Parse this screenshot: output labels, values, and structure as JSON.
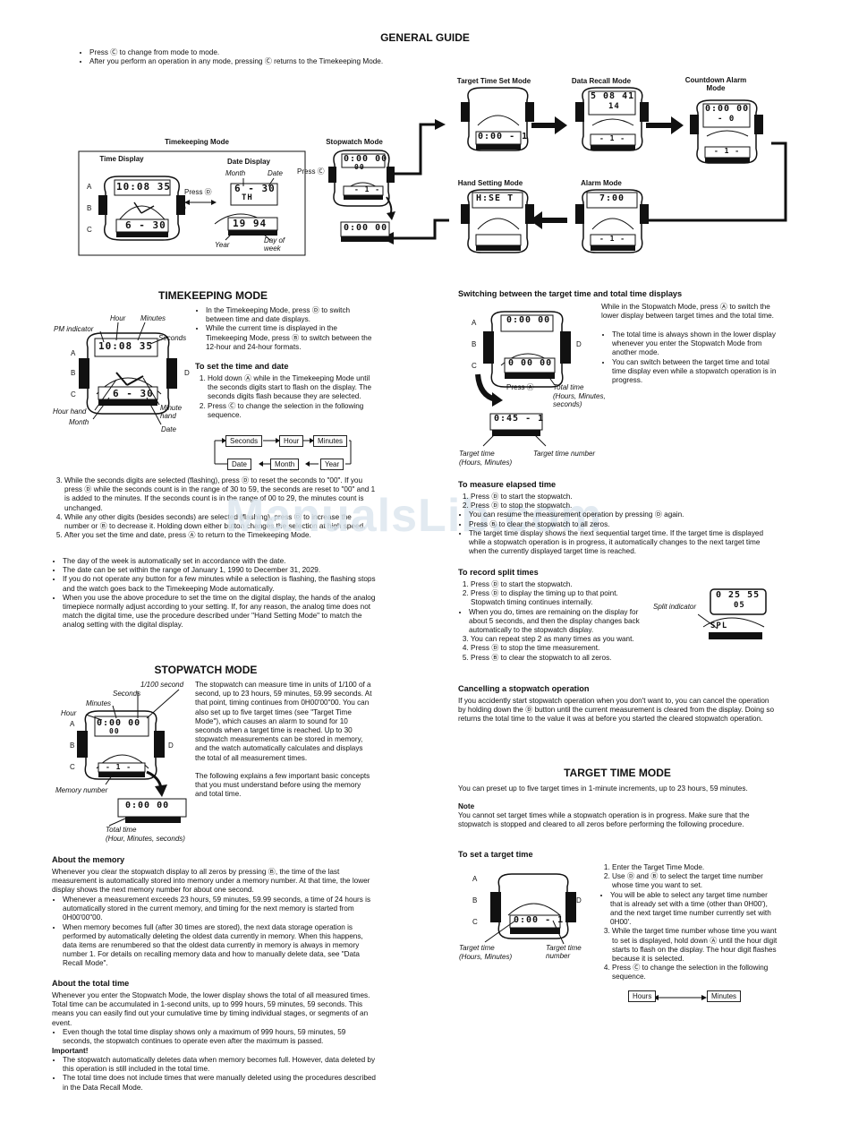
{
  "title": "GENERAL GUIDE",
  "general": {
    "bullets": [
      "Press Ⓒ to change from mode to mode.",
      "After you perform an operation in any mode, pressing Ⓒ returns to the Timekeeping Mode."
    ],
    "modes": {
      "timekeeping": "Timekeeping Mode",
      "time_display": "Time Display",
      "date_display": "Date Display",
      "month": "Month",
      "date": "Date",
      "year": "Year",
      "day_of_week": "Day of week",
      "press_d": "Press Ⓓ",
      "press_c": "Press Ⓒ",
      "stopwatch": "Stopwatch Mode",
      "target_time_set": "Target Time Set Mode",
      "data_recall": "Data Recall Mode",
      "countdown_alarm": "Countdown Alarm Mode",
      "hand_setting": "Hand Setting Mode",
      "alarm": "Alarm Mode"
    },
    "lcd": {
      "time": "10:08 35",
      "date": "6 - 30",
      "date_small": "6 - 30",
      "day": "TH",
      "year": "19 94",
      "sw": "0:00 00",
      "sw_sub": "00",
      "sw_bottom": "0:00 00",
      "tts": "0:00 - 1",
      "dr_top": "5 08 41",
      "dr_mid": "14",
      "dr_bottom": "- 1 -",
      "cd_top": "0:00 00",
      "cd_mid": "- 0",
      "cd_bottom": "- 1 -",
      "hs": "H:SE T",
      "al": "7:00",
      "al_bottom": "- 1 -",
      "sw_small": "- 1 -"
    }
  },
  "timekeeping": {
    "heading": "TIMEKEEPING MODE",
    "labels": {
      "hour": "Hour",
      "minutes": "Minutes",
      "pm": "PM indicator",
      "seconds": "Seconds",
      "hour_hand": "Hour hand",
      "month": "Month",
      "minute_hand": "Minute hand",
      "date": "Date"
    },
    "bullets": [
      "In the Timekeeping Mode, press Ⓓ to switch between time and date displays.",
      "While the current time is displayed in the Timekeeping Mode, press Ⓑ to switch between the 12-hour and 24-hour formats."
    ],
    "set_heading": "To set the time and date",
    "steps": [
      "Hold down Ⓐ while in the Timekeeping Mode until the seconds digits start to flash on the display. The seconds digits flash because they are selected.",
      "Press Ⓒ to change the selection in the following sequence."
    ],
    "seq": [
      "Seconds",
      "Hour",
      "Minutes",
      "Date",
      "Month",
      "Year"
    ],
    "steps2": [
      "While the seconds digits are selected (flashing), press Ⓓ to reset the seconds to \"00\". If you press Ⓓ while the seconds count is in the range of 30 to 59, the seconds are reset to \"00\" and 1 is added to the minutes. If the seconds count is in the range of 00 to 29, the minutes count is unchanged.",
      "While any other digits (besides seconds) are selected (flashing), press Ⓓ to increase the number or Ⓑ to decrease it. Holding down either button changes the selection at high speed.",
      "After you set the time and date, press Ⓐ to return to the Timekeeping Mode."
    ],
    "notes": [
      "The day of the week is automatically set in accordance with the date.",
      "The date can be set within the range of January 1, 1990 to December 31, 2029.",
      "If you do not operate any button for a few minutes while a selection is flashing, the flashing stops and the watch goes back to the Timekeeping Mode automatically.",
      "When you use the above procedure to set the time on the digital display, the hands of the analog timepiece normally adjust according to your setting. If, for any reason, the analog time does not match the digital time, use the procedure described under \"Hand Setting Mode\" to match the analog setting with the digital display."
    ]
  },
  "stopwatch": {
    "heading": "STOPWATCH MODE",
    "labels": {
      "hundredth": "1/100 second",
      "seconds": "Seconds",
      "minutes": "Minutes",
      "hour": "Hour",
      "memory_number": "Memory number",
      "total_time": "Total time",
      "total_time_sub": "(Hour, Minutes, seconds)"
    },
    "intro": "The stopwatch can measure time in units of 1/100 of a second, up to 23 hours, 59 minutes, 59.99 seconds. At that point, timing continues from 0H00'00\"00. You can also set up to five target times (see \"Target Time Mode\"), which causes an alarm to sound for 10 seconds when a target time is reached. Up to 30 stopwatch measurements can be stored in memory, and the watch automatically calculates and displays the total of all measurement times.",
    "intro2": "The following explains a few important basic concepts that you must understand before using the memory and total time.",
    "memory_heading": "About the memory",
    "memory_p": "Whenever you clear the stopwatch display to all zeros by pressing Ⓑ, the time of the last measurement is automatically stored into memory under a memory number. At that time, the lower display shows the next memory number for about one second.",
    "memory_bullets": [
      "Whenever a measurement exceeds 23 hours, 59 minutes, 59.99 seconds, a time of 24 hours is automatically stored in the current memory, and timing for the next memory is started from 0H00'00\"00.",
      "When memory becomes full (after 30 times are stored), the next data storage operation is performed by automatically deleting the oldest data currently in memory. When this happens, data items are renumbered so that the oldest data currently in memory is always in memory number 1. For details on recalling memory data and how to manually delete data, see \"Data Recall Mode\"."
    ],
    "total_heading": "About the total time",
    "total_p": "Whenever you enter the Stopwatch Mode, the lower display shows the total of all measured times. Total time can be accumulated in 1-second units, up to 999 hours, 59 minutes, 59 seconds. This means you can easily find out your cumulative time by timing individual stages, or segments of an event.",
    "total_bullets": [
      "Even though the total time display shows only a maximum of 999 hours, 59 minutes, 59 seconds, the stopwatch continues to operate even after the maximum is passed."
    ],
    "important": "Important!",
    "important_bullets": [
      "The stopwatch automatically deletes data when memory becomes full. However, data deleted by this operation is still included in the total time.",
      "The total time does not include times that were manually deleted using the procedures described in the Data Recall Mode."
    ]
  },
  "switching": {
    "heading": "Switching between the target time and total time displays",
    "p": "While in the Stopwatch Mode, press Ⓐ to switch the lower display between target times and the total time.",
    "bullets": [
      "The total time is always shown in the lower display whenever you enter the Stopwatch Mode from another mode.",
      "You can switch between the target time and total time display even while a stopwatch operation is in progress."
    ],
    "press_a": "Press Ⓐ",
    "total_time": "Total time",
    "total_time_sub": "(Hours, Minutes, seconds)",
    "target_time": "Target time",
    "target_time_sub": "(Hours, Minutes)",
    "target_number": "Target time number",
    "lcd_top": "0:00 00",
    "lcd_bottom": "0 00 00",
    "lcd_target": "0:45 - 1"
  },
  "elapsed": {
    "heading": "To measure elapsed time",
    "steps": [
      "Press Ⓓ to start the stopwatch.",
      "Press Ⓓ to stop the stopwatch."
    ],
    "bullets": [
      "You can resume the measurement operation by pressing Ⓓ again.",
      "Press Ⓑ to clear the stopwatch to all zeros.",
      "The target time display shows the next sequential target time. If the target time is displayed while a stopwatch operation is in progress, it automatically changes to the next target time when the currently displayed target time is reached."
    ]
  },
  "split": {
    "heading": "To record split times",
    "steps": [
      "Press Ⓓ to start the stopwatch.",
      "Press Ⓓ to display the timing up to that point. Stopwatch timing continues internally."
    ],
    "bullet": "When you do, times are remaining on the display for about 5 seconds, and then the display changes back automatically to the stopwatch display.",
    "steps2": [
      "You can repeat step 2 as many times as you want.",
      "Press Ⓓ to stop the time measurement.",
      "Press Ⓑ to clear the stopwatch to all zeros."
    ],
    "indicator": "Split indicator",
    "lcd_top": "0 25 55",
    "lcd_mid": "05",
    "lcd_spl": "SPL"
  },
  "cancel": {
    "heading": "Cancelling a stopwatch operation",
    "p": "If you accidently start stopwatch operation when you don't want to, you can cancel the operation by holding down the Ⓓ button until the current measurement is cleared from the display. Doing so returns the total time to the value it was at before you started the cleared stopwatch operation."
  },
  "target": {
    "heading": "TARGET TIME MODE",
    "p": "You can preset up to five target times in 1-minute increments, up to 23 hours, 59 minutes.",
    "note_h": "Note",
    "note": "You cannot set target times while a stopwatch operation is in progress. Make sure that the stopwatch is stopped and cleared to all zeros before performing the following procedure.",
    "set_heading": "To set a target time",
    "steps": [
      "Enter the Target Time Mode.",
      "Use Ⓓ and Ⓑ to select the target time number whose time you want to set."
    ],
    "bullet": "You will be able to select any target time number that is already set with a time (other than 0H00'), and the next target time number currently set with 0H00'.",
    "steps2": [
      "While the target time number whose time you want to set is displayed, hold down Ⓐ until the hour digit starts to flash on the display. The hour digit flashes because it is selected.",
      "Press Ⓒ to change the selection in the following sequence."
    ],
    "seq": [
      "Hours",
      "Minutes"
    ],
    "target_time": "Target time",
    "target_time_sub": "(Hours, Minutes)",
    "target_number": "Target time number",
    "lcd": "0:00 - 1"
  },
  "buttons": {
    "a": "A",
    "b": "B",
    "c": "C",
    "d": "D"
  },
  "watermark": "ManualsLib.com"
}
